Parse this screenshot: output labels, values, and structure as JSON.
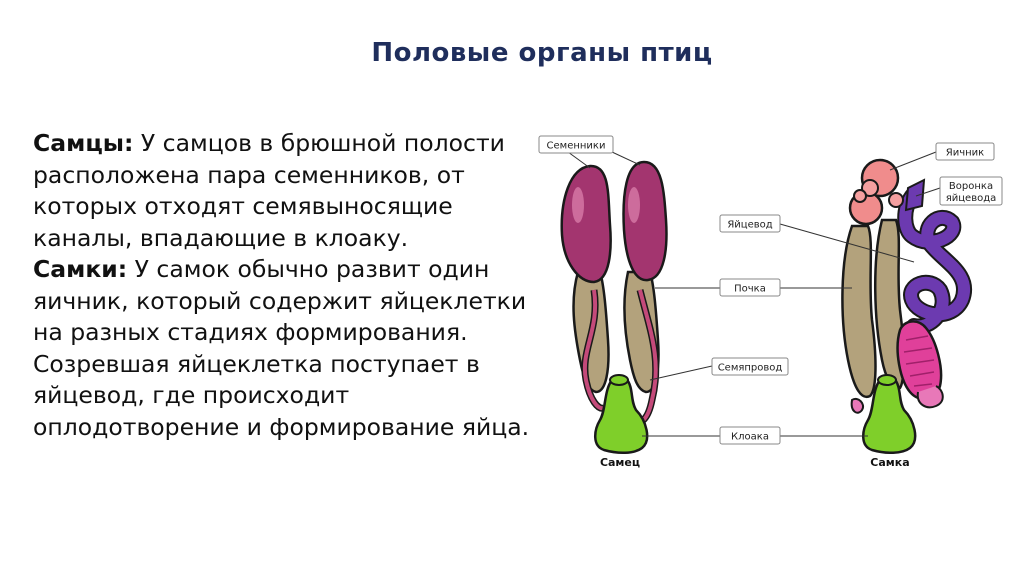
{
  "title": "Половые органы птиц",
  "paragraphs": {
    "male_label": "Самцы:",
    "male_text": " У самцов в брюшной полости расположена пара семенников, от которых отходят семявыносящие каналы, впадающие в клоаку.",
    "female_label": "Самки:",
    "female_text": " У самок обычно развит один яичник, который содержит яйцеклетки на разных стадиях формирования. Созревшая яйцеклетка поступает в яйцевод, где происходит оплодотворение и формирование яйца."
  },
  "diagram": {
    "labels": {
      "testes": "Семенники",
      "ovary": "Яичник",
      "funnel_line1": "Воронка",
      "funnel_line2": "яйцевода",
      "oviduct": "Яйцевод",
      "kidney": "Почка",
      "vas_deferens": "Семяпровод",
      "cloaca": "Клоака"
    },
    "captions": {
      "male": "Самец",
      "female": "Самка"
    },
    "colors": {
      "testis": "#a3356f",
      "kidney": "#b3a27c",
      "cloaca": "#7fcf2a",
      "ovary": "#f08c8c",
      "oviduct": "#6c3ab0",
      "uterus": "#e0409a"
    }
  }
}
